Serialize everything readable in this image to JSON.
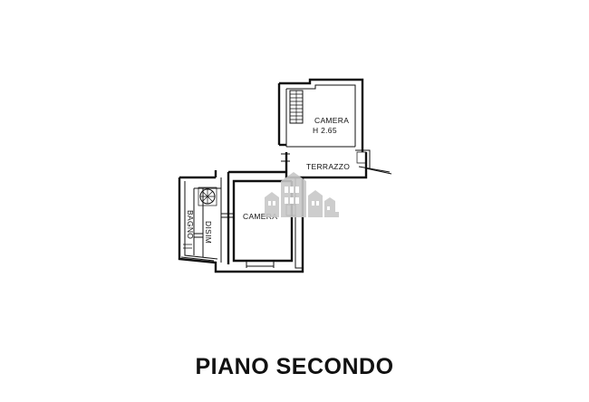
{
  "rooms": {
    "camera_upper": "CAMERA",
    "camera_upper_height": "H 2.65",
    "terrazzo": "TERRAZZO",
    "camera_lower": "CAMERA",
    "bagno": "BAGNO",
    "disim": "DISIM"
  },
  "floor_title": "PIANO SECONDO",
  "watermark": {
    "icon": "building-watermark-icon",
    "color": "#c8c8c8"
  }
}
